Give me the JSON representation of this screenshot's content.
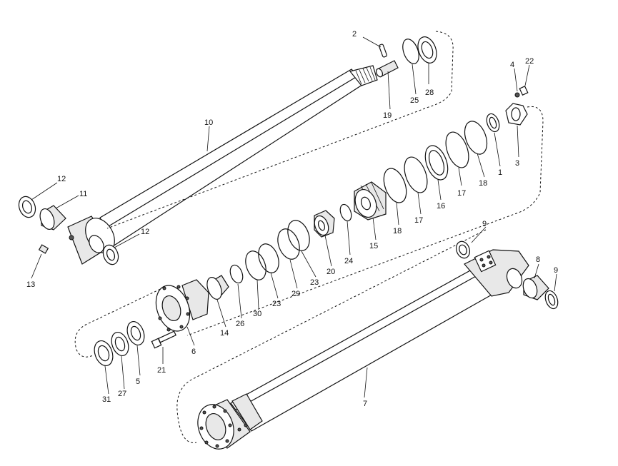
{
  "callouts": [
    "2",
    "4",
    "22",
    "28",
    "25",
    "19",
    "10",
    "3",
    "1",
    "18",
    "17",
    "16",
    "17",
    "12",
    "11",
    "12",
    "15",
    "18",
    "24",
    "20",
    "13",
    "9",
    "8",
    "9",
    "23",
    "29",
    "23",
    "30",
    "26",
    "14",
    "6",
    "5",
    "27",
    "31",
    "21",
    "7"
  ]
}
